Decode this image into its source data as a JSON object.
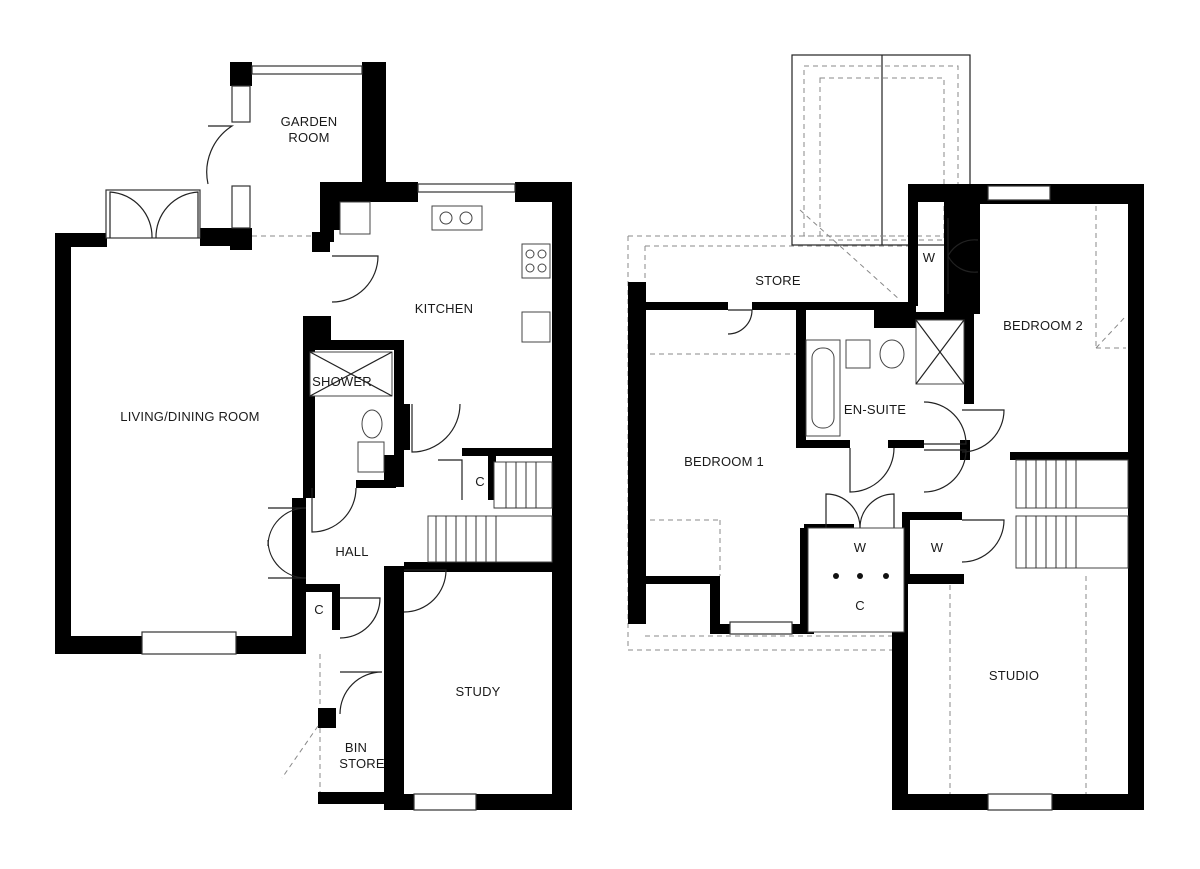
{
  "ground_floor": {
    "rooms": {
      "garden_room": [
        "GARDEN",
        "ROOM"
      ],
      "kitchen": "KITCHEN",
      "living_dining": "LIVING/DINING ROOM",
      "shower": "SHOWER",
      "hall": "HALL",
      "cupboard_stairs": "C",
      "cupboard_hall": "C",
      "study": "STUDY",
      "bin_store": [
        "BIN",
        "STORE"
      ]
    }
  },
  "first_floor": {
    "rooms": {
      "store": "STORE",
      "wardrobe_top": "W",
      "bedroom_2": "BEDROOM 2",
      "en_suite": "EN-SUITE",
      "bedroom_1": "BEDROOM 1",
      "wardrobe_landing": "W",
      "wardrobe_right": "W",
      "cupboard_landing": "C",
      "studio": "STUDIO"
    }
  }
}
